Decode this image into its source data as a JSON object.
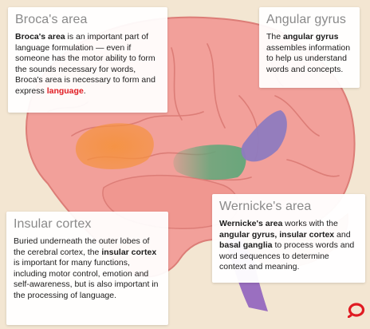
{
  "broca": {
    "title": "Broca's area",
    "term": "Broca's area",
    "text1": " is an important part of language formulation — even if someone has the motor ability to form the sounds necessary for words, Broca's area is necessary to form and express ",
    "highlight": "language",
    "text2": "."
  },
  "angular": {
    "title": "Angular gyrus",
    "lead": "The ",
    "term": "angular gyrus",
    "text": " assembles information to help us understand words and concepts."
  },
  "wernicke": {
    "title": "Wernicke's area",
    "term": "Wernicke's area",
    "text1": " works with the ",
    "term2": "angular gyrus, insular cortex",
    "text2": " and ",
    "term3": "basal ganglia",
    "text3": " to process words and word sequences to determine context and meaning."
  },
  "insular": {
    "title": "Insular cortex",
    "text1": "Buried underneath the outer lobes of the cerebral cortex, the ",
    "term": "insular cortex",
    "text2": " is important for many functions, including motor control, emotion and self-awareness, but is also important in the processing of language."
  },
  "colors": {
    "background": "#f3e6d2",
    "brain": "#f2a09a",
    "brain_outline": "#dc7d77",
    "broca_region": "#f5923e",
    "wernicke_region": "#62a77a",
    "angular_region": "#8e7bbf",
    "brainstem": "#9a6fc0",
    "highlight": "#e01b22"
  }
}
